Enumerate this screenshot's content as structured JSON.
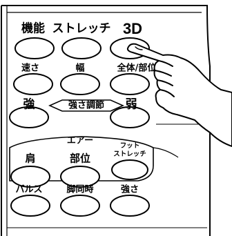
{
  "remote": {
    "row1": [
      "機能",
      "ストレッチ",
      "3D"
    ],
    "row2": [
      "速さ",
      "幅",
      "全体/部位"
    ],
    "row3": {
      "left": "強",
      "center": "強さ調節",
      "right": "弱"
    },
    "air_group": {
      "title": "エアー",
      "buttons": [
        "肩",
        "部位"
      ],
      "foot_stretch_line1": "フット",
      "foot_stretch_line2": "ストレッチ"
    },
    "row5": [
      "パルス",
      "脚同時",
      "強さ"
    ]
  }
}
